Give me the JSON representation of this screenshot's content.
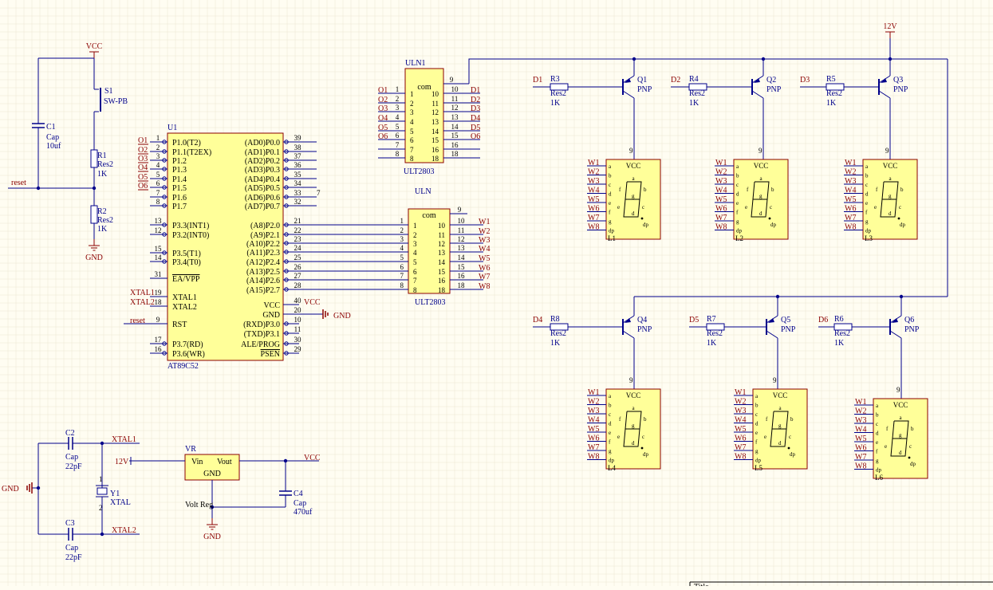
{
  "colors": {
    "background": "#fffdf2",
    "grid": "#ece6d2",
    "wire": "#00008b",
    "component_fill": "#ffff99",
    "component_border": "#8b0000",
    "net_label": "#8b0000",
    "power": "#8b0000",
    "pin_number": "#000000"
  },
  "power": {
    "vcc": "VCC",
    "gnd": "GND",
    "v12": "12V"
  },
  "reset_circuit": {
    "net": "reset",
    "switch": {
      "designator": "S1",
      "value": "SW-PB"
    },
    "c1": {
      "designator": "C1",
      "type": "Cap",
      "value": "10uf"
    },
    "r1": {
      "designator": "R1",
      "type": "Res2",
      "value": "1K"
    },
    "r2": {
      "designator": "R2",
      "type": "Res2",
      "value": "1K"
    }
  },
  "mcu": {
    "designator": "U1",
    "part": "AT89C52",
    "left_pins": [
      {
        "label": "P1.0(T2)",
        "num": "1"
      },
      {
        "label": "P1.1(T2EX)",
        "num": "2"
      },
      {
        "label": "P1.2",
        "num": "3"
      },
      {
        "label": "P1.3",
        "num": "4"
      },
      {
        "label": "P1.4",
        "num": "5"
      },
      {
        "label": "P1.5",
        "num": "6"
      },
      {
        "label": "P1.6",
        "num": "7"
      },
      {
        "label": "P1.7",
        "num": "8"
      },
      {
        "label": "P3.3(INT1)",
        "num": "13"
      },
      {
        "label": "P3.2(INT0)",
        "num": "12"
      },
      {
        "label": "P3.5(T1)",
        "num": "15"
      },
      {
        "label": "P3.4(T0)",
        "num": "14"
      },
      {
        "label": "EA/VPP",
        "num": "31"
      },
      {
        "label": "XTAL1",
        "num": "19"
      },
      {
        "label": "XTAL2",
        "num": "18"
      },
      {
        "label": "RST",
        "num": "9"
      },
      {
        "label": "P3.7(RD)",
        "num": "17"
      },
      {
        "label": "P3.6(WR)",
        "num": "16"
      }
    ],
    "right_pins": [
      {
        "label": "(AD0)P0.0",
        "num": "39"
      },
      {
        "label": "(AD1)P0.1",
        "num": "38"
      },
      {
        "label": "(AD2)P0.2",
        "num": "37"
      },
      {
        "label": "(AD3)P0.3",
        "num": "36"
      },
      {
        "label": "(AD4)P0.4",
        "num": "35"
      },
      {
        "label": "(AD5)P0.5",
        "num": "34"
      },
      {
        "label": "(AD6)P0.6",
        "num": "33"
      },
      {
        "label": "(AD7)P0.7",
        "num": "32"
      },
      {
        "label": "(A8)P2.0",
        "num": "21"
      },
      {
        "label": "(A9)P2.1",
        "num": "22"
      },
      {
        "label": "(A10)P2.2",
        "num": "23"
      },
      {
        "label": "(A11)P2.3",
        "num": "24"
      },
      {
        "label": "(A12)P2.4",
        "num": "25"
      },
      {
        "label": "(A13)P2.5",
        "num": "26"
      },
      {
        "label": "(A14)P2.6",
        "num": "27"
      },
      {
        "label": "(A15)P2.7",
        "num": "28"
      },
      {
        "label": "VCC",
        "num": "40"
      },
      {
        "label": "GND",
        "num": "20"
      },
      {
        "label": "(RXD)P3.0",
        "num": "10"
      },
      {
        "label": "(TXD)P3.1",
        "num": "11"
      },
      {
        "label": "ALE/PROG",
        "num": "30"
      },
      {
        "label": "PSEN",
        "num": "29"
      }
    ],
    "left_nets": [
      "O1",
      "O2",
      "O3",
      "O4",
      "O5",
      "O6"
    ],
    "xtal_nets": [
      "XTAL1",
      "XTAL2"
    ],
    "stray_pin": "7"
  },
  "uln1": {
    "designator": "ULN1",
    "part": "ULT2803",
    "com": "com",
    "com_pin": "9",
    "in_nums": [
      "1",
      "2",
      "3",
      "4",
      "5",
      "6",
      "7",
      "8"
    ],
    "out_nums": [
      "10",
      "11",
      "12",
      "13",
      "14",
      "15",
      "16",
      "18"
    ],
    "in_nets": [
      "O1",
      "O2",
      "O3",
      "O4",
      "O5",
      "O6"
    ],
    "out_nets": [
      "D1",
      "D2",
      "D3",
      "D4",
      "D5",
      "O6"
    ]
  },
  "uln": {
    "designator": "ULN",
    "part": "ULT2803",
    "com": "com",
    "com_pin": "9",
    "in_nums": [
      "1",
      "2",
      "3",
      "4",
      "5",
      "6",
      "7",
      "8"
    ],
    "out_nums": [
      "10",
      "11",
      "12",
      "13",
      "14",
      "15",
      "16",
      "18"
    ],
    "out_nets": [
      "W1",
      "W2",
      "W3",
      "W4",
      "W5",
      "W6",
      "W7",
      "W8"
    ]
  },
  "drivers": [
    {
      "net": "D1",
      "r": "R3",
      "q": "Q1"
    },
    {
      "net": "D2",
      "r": "R4",
      "q": "Q2"
    },
    {
      "net": "D3",
      "r": "R5",
      "q": "Q3"
    },
    {
      "net": "D4",
      "r": "R8",
      "q": "Q4"
    },
    {
      "net": "D5",
      "r": "R7",
      "q": "Q5"
    },
    {
      "net": "D6",
      "r": "R6",
      "q": "Q6"
    }
  ],
  "driver_common": {
    "r_type": "Res2",
    "r_value": "1K",
    "q_type": "PNP",
    "emitter_pin": "9"
  },
  "displays": {
    "designators": [
      "L1",
      "L2",
      "L3",
      "L4",
      "L5",
      "L6"
    ],
    "segment_nets": [
      "W1",
      "W2",
      "W3",
      "W4",
      "W5",
      "W6",
      "W7",
      "W8"
    ],
    "segment_pins": [
      "a",
      "b",
      "c",
      "d",
      "e",
      "f",
      "g",
      "dp"
    ],
    "vcc": "VCC",
    "glyph_letters": {
      "a": "a",
      "b": "b",
      "c": "c",
      "d": "d",
      "e": "e",
      "f": "f",
      "g": "g",
      "dp": "dp"
    }
  },
  "crystal": {
    "c2": {
      "designator": "C2",
      "type": "Cap",
      "value": "22pF"
    },
    "c3": {
      "designator": "C3",
      "type": "Cap",
      "value": "22pF"
    },
    "y1": {
      "designator": "Y1",
      "value": "XTAL"
    },
    "pin1": "1",
    "pin2": "2"
  },
  "regulator": {
    "designator": "VR",
    "vin": "Vin",
    "vout": "Vout",
    "gnd": "GND",
    "part": "Volt Reg",
    "c4": {
      "designator": "C4",
      "type": "Cap",
      "value": "470uf"
    }
  },
  "title_block": {
    "title": "Title"
  }
}
